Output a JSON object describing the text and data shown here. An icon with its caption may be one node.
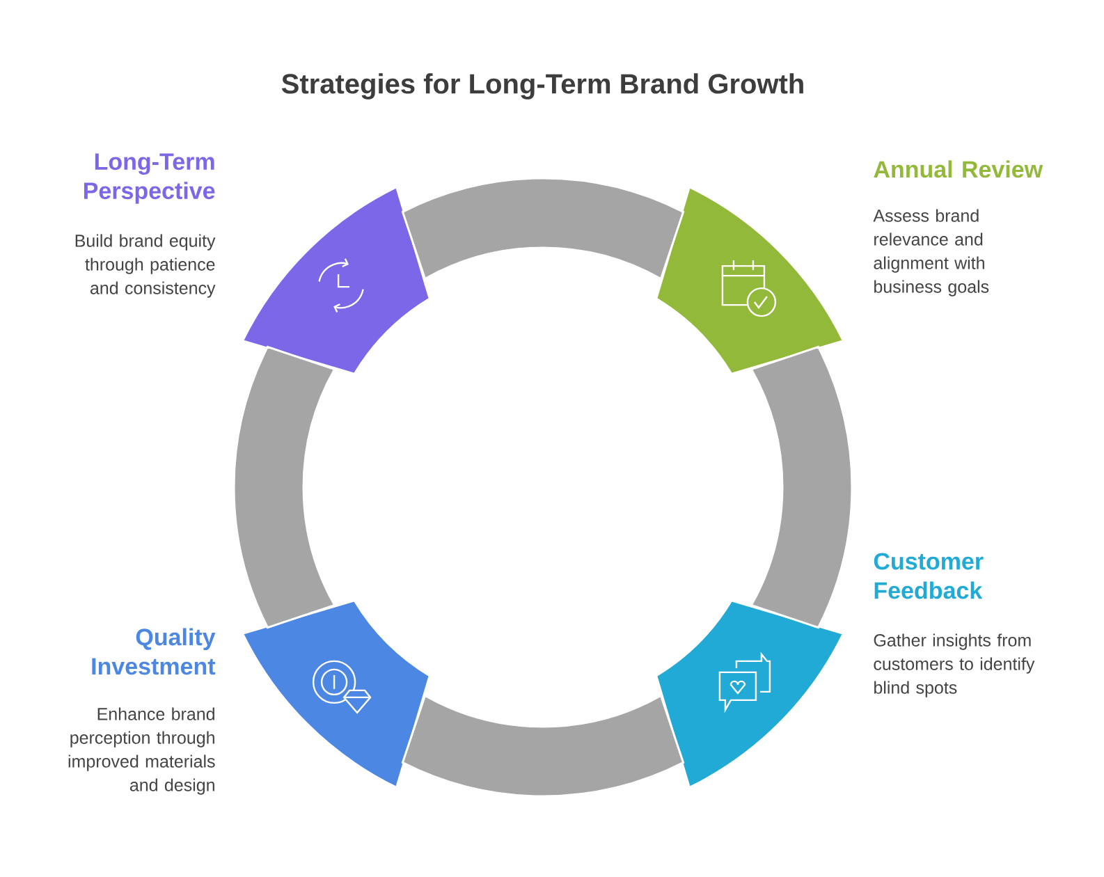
{
  "diagram": {
    "title": "Strategies for Long-Term Brand Growth",
    "nodes": [
      {
        "text": [
          "Long-Term Perspective",
          "Build brand equity through patience and consistency"
        ]
      },
      {
        "text": [
          "Annual Review",
          "Assess brand relevance and alignment with business goals"
        ]
      },
      {
        "text": [
          "Customer Feedback",
          "Gather insights from customers to identify blind spots"
        ]
      },
      {
        "text": [
          "Quality Investment",
          "Enhance brand perception through improved materials and design"
        ]
      }
    ],
    "edges": [
      {
        "from": 0,
        "to": 1,
        "arrow": "none"
      },
      {
        "from": 1,
        "to": 2,
        "arrow": "none"
      },
      {
        "from": 2,
        "to": 3,
        "arrow": "none"
      },
      {
        "from": 3,
        "to": 0,
        "arrow": "none"
      }
    ]
  }
}
